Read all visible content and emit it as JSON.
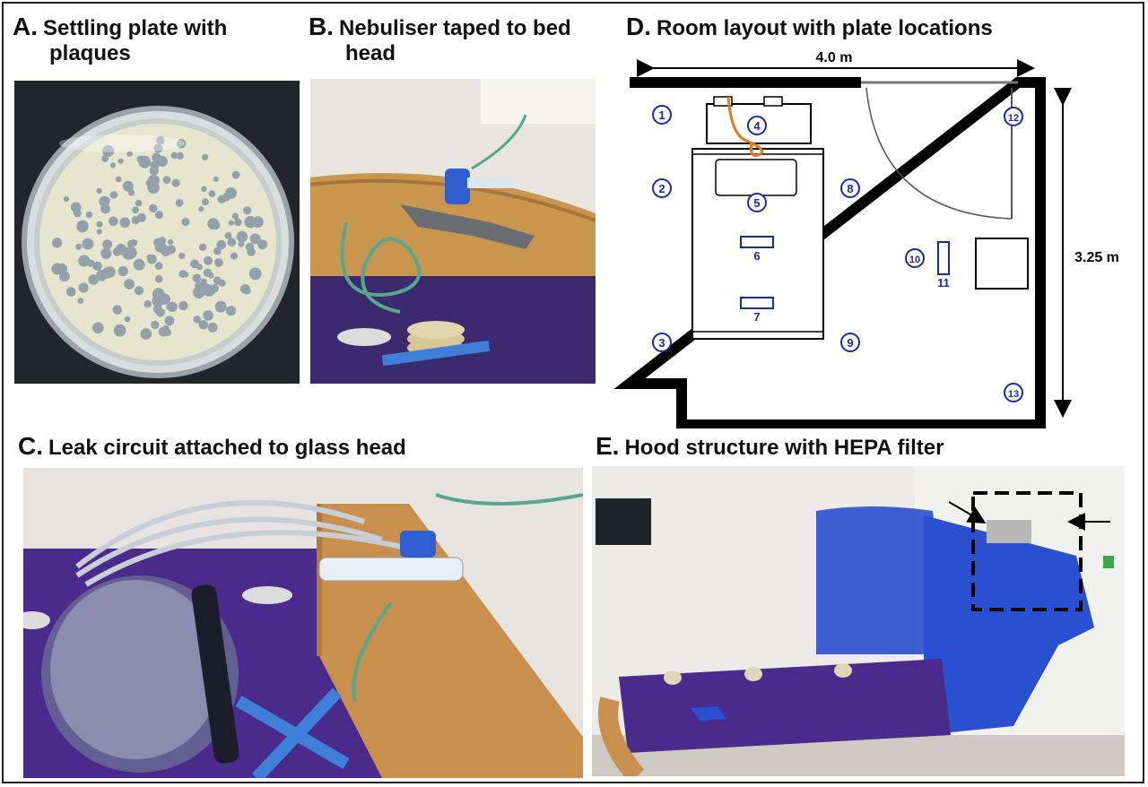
{
  "panels": {
    "a": {
      "letter": "A.",
      "title_line1": "Settling plate with",
      "title_line2": "plaques"
    },
    "b": {
      "letter": "B.",
      "title_line1": "Nebuliser taped to bed",
      "title_line2": "head"
    },
    "c": {
      "letter": "C.",
      "title": "Leak circuit attached to glass head"
    },
    "d": {
      "letter": "D.",
      "title": "Room layout with plate locations"
    },
    "e": {
      "letter": "E.",
      "title": "Hood structure with HEPA filter"
    }
  },
  "room": {
    "width_label": "4.0 m",
    "height_label": "3.25 m",
    "plate_circles": [
      "1",
      "2",
      "3",
      "4",
      "5",
      "8",
      "9",
      "10",
      "12",
      "13"
    ],
    "plate_rects": [
      "6",
      "7",
      "11"
    ]
  },
  "colors": {
    "plate_marker": "#1a2aa8",
    "tubing_orange": "#e8751f",
    "bed_purple": "#4a2a8a",
    "hood_blue": "#2a4fd0"
  }
}
